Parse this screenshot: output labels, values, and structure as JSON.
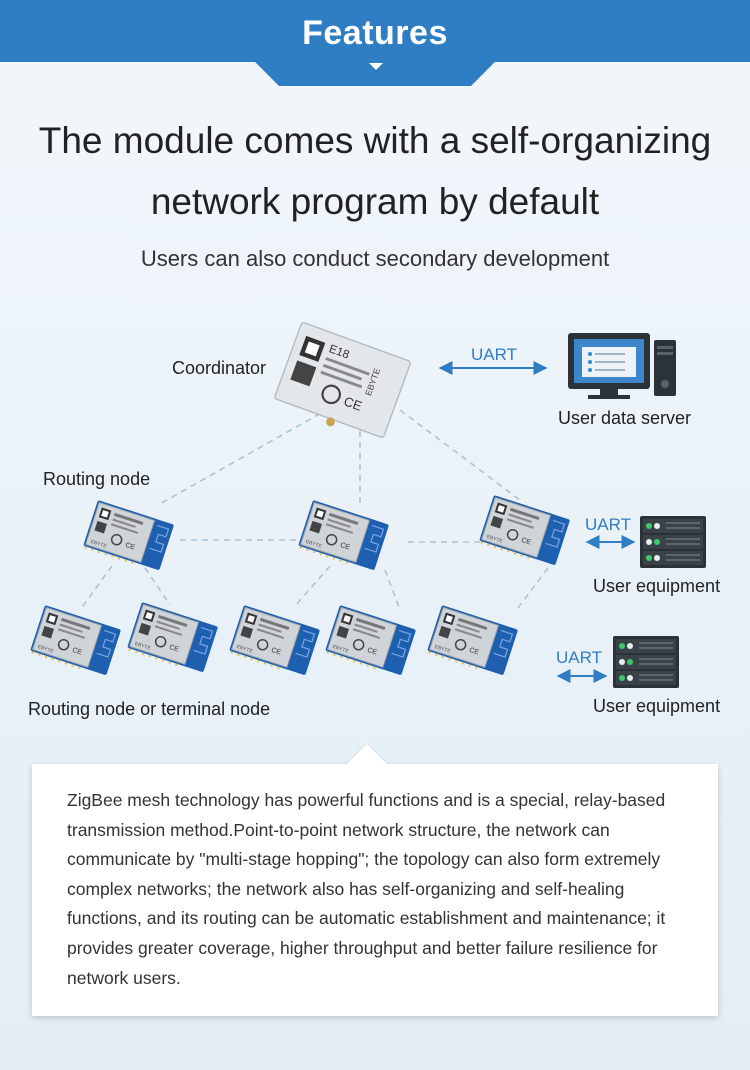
{
  "header": {
    "title": "Features"
  },
  "main": {
    "title_line1": "The module comes with a self-organizing",
    "title_line2": "network program by default",
    "subtitle": "Users can also conduct secondary development"
  },
  "diagram": {
    "coordinator_label": "Coordinator",
    "routing_node_label": "Routing node",
    "routing_or_terminal_label": "Routing node or terminal node",
    "uart_label": "UART",
    "user_data_server_label": "User data server",
    "user_equipment_label": "User equipment",
    "module_brand": "EBYTE",
    "module_model": "E18"
  },
  "description": "ZigBee mesh technology has powerful functions and is a special, relay-based transmission method.Point-to-point network structure, the network can communicate by \"multi-stage hopping\"; the topology can also form extremely complex networks; the network also has self-organizing and self-healing functions, and its routing can be automatic establishment and maintenance; it provides greater coverage, higher throughput and better failure resilience for network users.",
  "colors": {
    "accent": "#2f7ec4",
    "pcb_blue": "#1f5fb0",
    "dashed_line": "#a9c4d4"
  }
}
